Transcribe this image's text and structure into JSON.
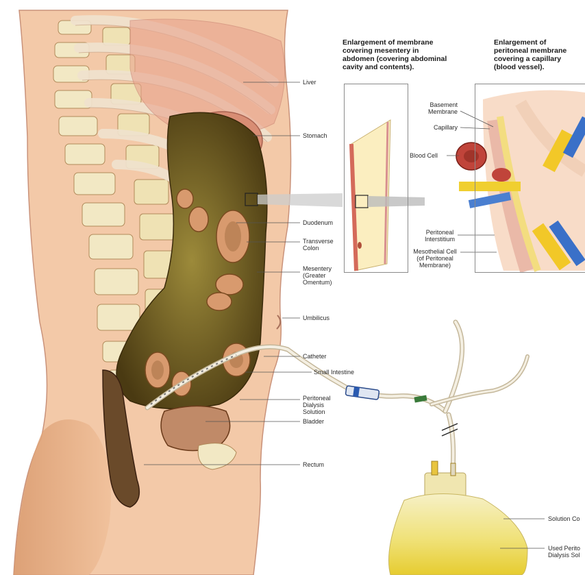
{
  "insets": {
    "mesentery_heading": "Enlargement of membrane\ncovering mesentery in\nabdomen (covering abdominal\ncavity and contents).",
    "capillary_heading": "Enlargement of\nperitoneal membrane\ncovering a capillary\n(blood vessel)."
  },
  "body_labels": {
    "liver": "Liver",
    "stomach": "Stomach",
    "duodenum": "Duodenum",
    "transverse_colon": "Transverse\nColon",
    "mesentery": "Mesentery\n(Greater\nOmentum)",
    "umbilicus": "Umbilicus",
    "catheter": "Catheter",
    "small_intestine": "Small Intestine",
    "dialysis_solution": "Peritoneal\nDialysis\nSolution",
    "bladder": "Bladder",
    "rectum": "Rectum"
  },
  "capillary_labels": {
    "basement_membrane": "Basement\nMembrane",
    "capillary": "Capillary",
    "blood_cell": "Blood Cell",
    "peritoneal_interstitium": "Peritoneal\nInterstitium",
    "mesothelial_cell": "Mesothelial Cell\n(of Peritoneal\nMembrane)"
  },
  "bag_labels": {
    "solution_container": "Solution Co",
    "used_solution": "Used Perito\nDialysis Sol"
  },
  "colors": {
    "skin": "#f3c9a8",
    "skin_dark": "#d9a27c",
    "bone": "#f2e8c4",
    "fluid": "#b89a3a",
    "fluid_dark": "#5a4a1a",
    "membrane_pink": "#e8a39a",
    "capillary_yellow": "#f2d15a",
    "capillary_blue": "#4a7fd0",
    "blood_cell": "#c0443a",
    "bag_yellow": "#f2e060"
  }
}
